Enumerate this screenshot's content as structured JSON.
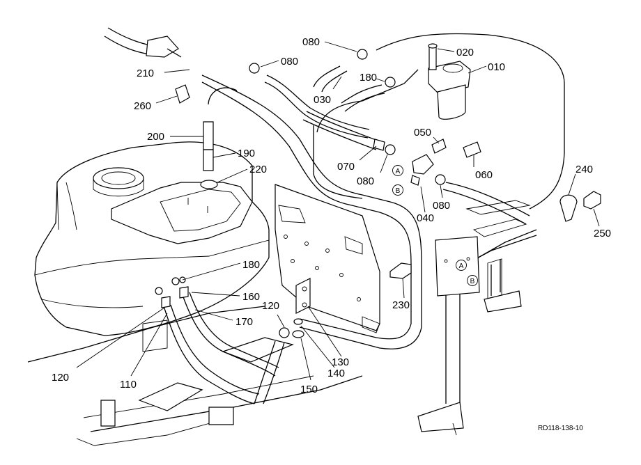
{
  "diagram": {
    "part_labels": [
      {
        "id": "p010",
        "text": "010"
      },
      {
        "id": "p020",
        "text": "020"
      },
      {
        "id": "p030",
        "text": "030"
      },
      {
        "id": "p040",
        "text": "040"
      },
      {
        "id": "p050",
        "text": "050"
      },
      {
        "id": "p060",
        "text": "060"
      },
      {
        "id": "p070",
        "text": "070"
      },
      {
        "id": "p080a",
        "text": "080"
      },
      {
        "id": "p080b",
        "text": "080"
      },
      {
        "id": "p080c",
        "text": "080"
      },
      {
        "id": "p080d",
        "text": "080"
      },
      {
        "id": "p110",
        "text": "110"
      },
      {
        "id": "p120a",
        "text": "120"
      },
      {
        "id": "p120b",
        "text": "120"
      },
      {
        "id": "p130",
        "text": "130"
      },
      {
        "id": "p140",
        "text": "140"
      },
      {
        "id": "p150",
        "text": "150"
      },
      {
        "id": "p160",
        "text": "160"
      },
      {
        "id": "p170",
        "text": "170"
      },
      {
        "id": "p180a",
        "text": "180"
      },
      {
        "id": "p180b",
        "text": "180"
      },
      {
        "id": "p190",
        "text": "190"
      },
      {
        "id": "p200",
        "text": "200"
      },
      {
        "id": "p210",
        "text": "210"
      },
      {
        "id": "p220",
        "text": "220"
      },
      {
        "id": "p230",
        "text": "230"
      },
      {
        "id": "p240",
        "text": "240"
      },
      {
        "id": "p250",
        "text": "250"
      },
      {
        "id": "p260",
        "text": "260"
      }
    ],
    "callouts": {
      "a": "A",
      "b": "B"
    },
    "drawing_code": "RD118-138-10"
  }
}
